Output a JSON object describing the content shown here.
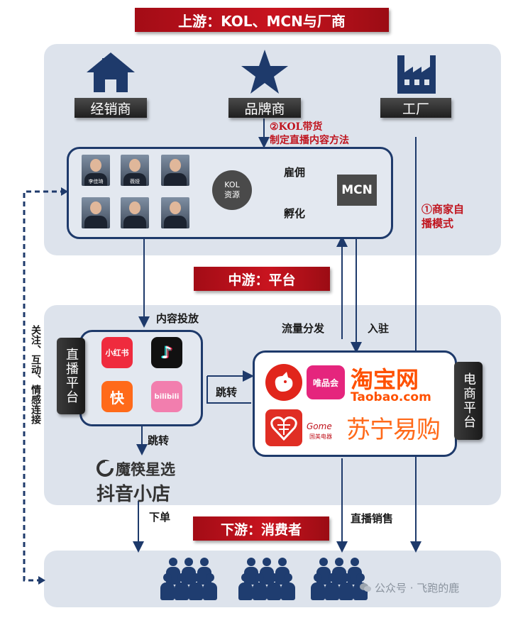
{
  "upstream": {
    "banner": "上游：KOL、MCN与厂商",
    "dealer_label": "经销商",
    "brand_label": "品牌商",
    "factory_label": "工厂",
    "kol_note_line1": "②KOL带货",
    "kol_note_line2": "制定直播内容方法",
    "kol_center_line1": "KOL",
    "kol_center_line2": "资源",
    "mcn_label": "MCN",
    "employ_label": "雇佣",
    "incubate_label": "孵化",
    "merchant_note_line1": "①商家自",
    "merchant_note_line2": "播模式",
    "kol_captions": [
      "李佳琦",
      "薇娅",
      "",
      "",
      "",
      ""
    ]
  },
  "midstream": {
    "banner": "中游：平台",
    "content_label": "内容投放",
    "traffic_label": "流量分发",
    "settle_label": "入驻",
    "live_platform_label": "直播平台",
    "ecom_platform_label": "电商平台",
    "jump_label_mid": "跳转",
    "jump_label_down": "跳转",
    "live_apps": [
      "小红书",
      "♪",
      "快",
      "bilibili"
    ],
    "ecom": {
      "vip": "唯品会",
      "taobao_main": "淘宝网",
      "taobao_sub": "Taobao.com",
      "gome": "Gome",
      "gome_sub": "国美电器",
      "suning": "苏宁易购"
    },
    "mo_label": "魔筷星选",
    "douyin_label": "抖音小店"
  },
  "downstream": {
    "banner": "下游：消费者",
    "order_label": "下单",
    "live_sales_label": "直播销售",
    "side_label": "关注、互动、情感连接",
    "watermark": "公众号 · 飞跑的鹿"
  },
  "colors": {
    "navy": "#1e3a6b",
    "banner_red": "#c0141e",
    "panel": "#dde3ec"
  }
}
